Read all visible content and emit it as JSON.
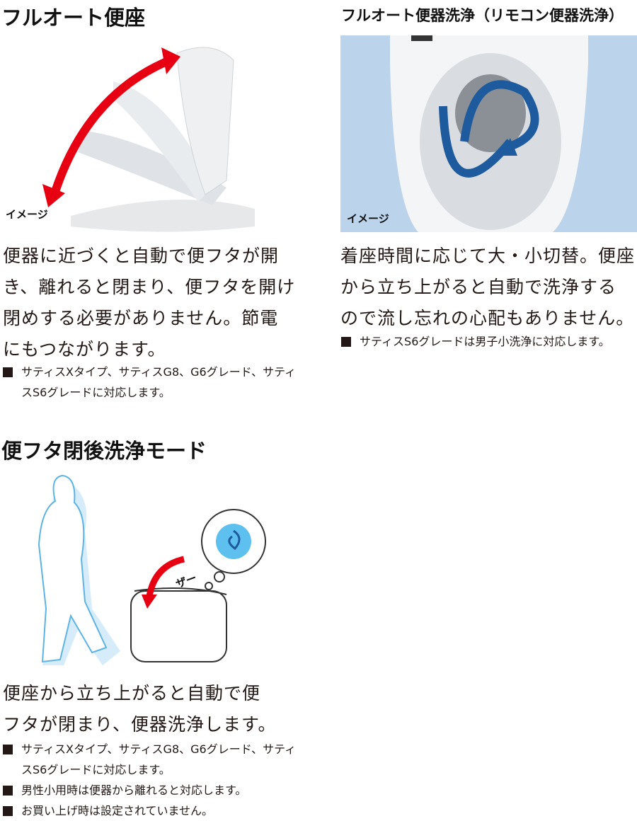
{
  "sections": [
    {
      "title": "フルオート便座",
      "image_label": "イメージ",
      "body_lines": [
        "便器に近づくと自動で便フタが開",
        "き、離れると閉まり、便フタを開け",
        "閉めする必要がありません。節電",
        "にもつながります。"
      ],
      "notes": [
        "サティスXタイプ、サティスG8、G6グレード、サティスS6グレードに対応します。"
      ]
    },
    {
      "title": "フルオート便器洗浄（リモコン便器洗浄）",
      "image_label": "イメージ",
      "body_lines": [
        "着座時間に応じて大・小切替。便座",
        "から立ち上がると自動で洗浄する",
        "ので流し忘れの心配もありません。"
      ],
      "notes": [
        "サティスS6グレードは男子小洗浄に対応します。"
      ]
    },
    {
      "title": "便フタ閉後洗浄モード",
      "sound_label": "ザー",
      "body_lines": [
        "便座から立ち上がると自動で便",
        "フタが閉まり、便器洗浄します。"
      ],
      "notes": [
        "サティスXタイプ、サティスG8、G6グレード、サティスS6グレードに対応します。",
        "男性小用時は便器から離れると対応します。",
        "お買い上げ時は設定されていません。"
      ]
    }
  ],
  "colors": {
    "arrow_red": "#e60012",
    "swirl_blue": "#1d5a9e",
    "photo_bg": "#bcd3ec"
  }
}
